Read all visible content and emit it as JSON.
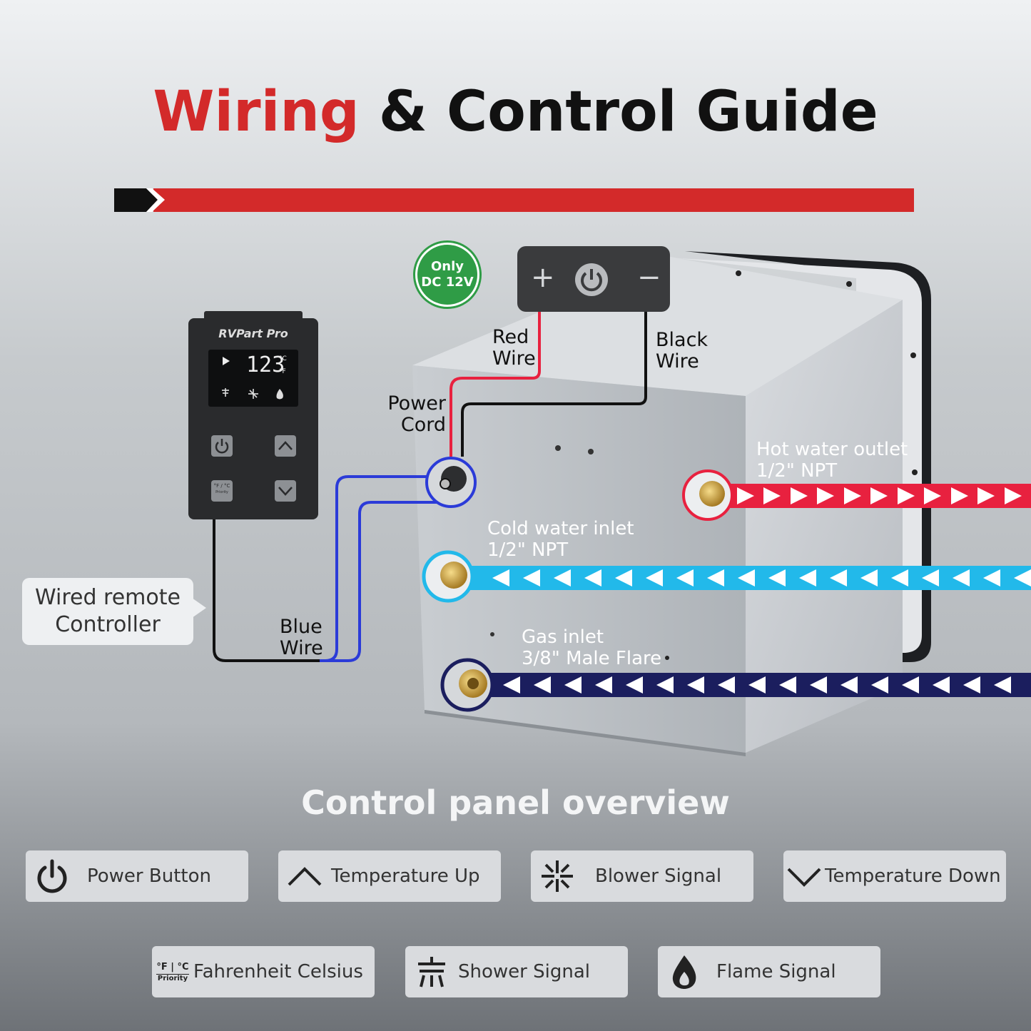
{
  "title": {
    "highlight": "Wiring",
    "rest": " & Control Guide"
  },
  "badge": {
    "line1": "Only",
    "line2": "DC 12V"
  },
  "controller": {
    "brand": "RVPart Pro",
    "display_value": "123",
    "unit_c": "°C",
    "unit_f": "°F",
    "name_line1": "Wired remote",
    "name_line2": "Controller",
    "fc_key_top": "°F / °C",
    "fc_key_bottom": "Priority"
  },
  "power_panel": {
    "plus": "+",
    "minus": "−"
  },
  "labels": {
    "red_wire_1": "Red",
    "red_wire_2": "Wire",
    "black_wire_1": "Black",
    "black_wire_2": "Wire",
    "power_cord_1": "Power",
    "power_cord_2": "Cord",
    "blue_wire_1": "Blue",
    "blue_wire_2": "Wire",
    "hot_1": "Hot water outlet",
    "hot_2": "1/2\" NPT",
    "cold_1": "Cold water inlet",
    "cold_2": "1/2\" NPT",
    "gas_1": "Gas inlet",
    "gas_2": "3/8\" Male Flare"
  },
  "section_title": "Control panel overview",
  "buttons": [
    {
      "label": "Power Button",
      "icon": "power-icon"
    },
    {
      "label": "Temperature Up",
      "icon": "chevron-up-icon"
    },
    {
      "label": "Blower Signal",
      "icon": "fan-icon"
    },
    {
      "label": "Temperature Down",
      "icon": "chevron-down-icon"
    },
    {
      "label": "Fahrenheit Celsius",
      "icon": "fahrenheit-celsius-icon",
      "icon_top": "°F | °C",
      "icon_bottom": "Priority"
    },
    {
      "label": "Shower Signal",
      "icon": "shower-icon"
    },
    {
      "label": "Flame Signal",
      "icon": "flame-icon"
    }
  ],
  "colors": {
    "accent_red": "#d32a2a",
    "hot_line": "#e8213f",
    "cold_line": "#22b9ea",
    "gas_line": "#1b1e5e",
    "blue_wire": "#2b3bd8",
    "badge_green": "#2f9c46"
  }
}
